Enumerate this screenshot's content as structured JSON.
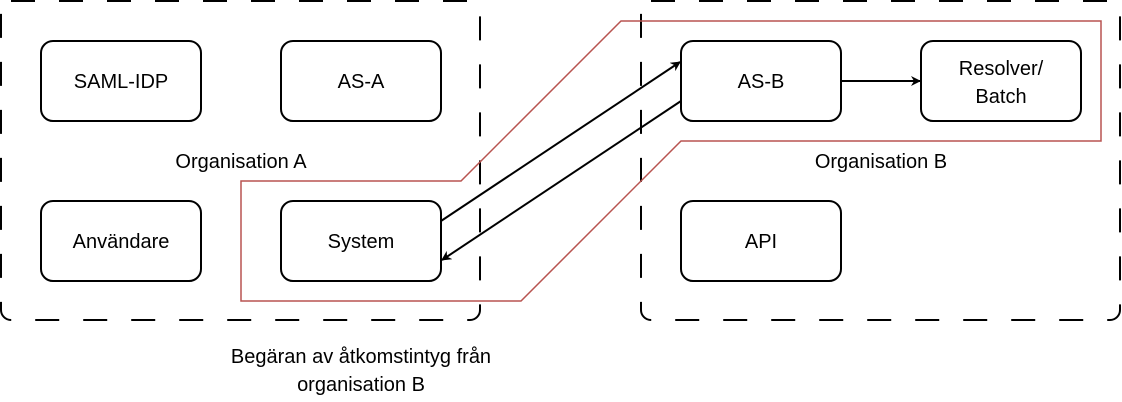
{
  "diagram": {
    "groups": [
      {
        "id": "org-a",
        "label": "Organisation A"
      },
      {
        "id": "org-b",
        "label": "Organisation B"
      }
    ],
    "nodes": {
      "saml_idp": "SAML-IDP",
      "as_a": "AS-A",
      "anvandare": "Användare",
      "system": "System",
      "as_b": "AS-B",
      "resolver_line1": "Resolver/",
      "resolver_line2": "Batch",
      "api": "API"
    },
    "edges": [
      {
        "from": "System",
        "to": "AS-B"
      },
      {
        "from": "AS-B",
        "to": "System"
      },
      {
        "from": "AS-B",
        "to": "Resolver/Batch"
      }
    ],
    "highlight": {
      "color": "#b85450",
      "caption_line1": "Begäran av åtkomstintyg från",
      "caption_line2": "organisation B"
    }
  }
}
